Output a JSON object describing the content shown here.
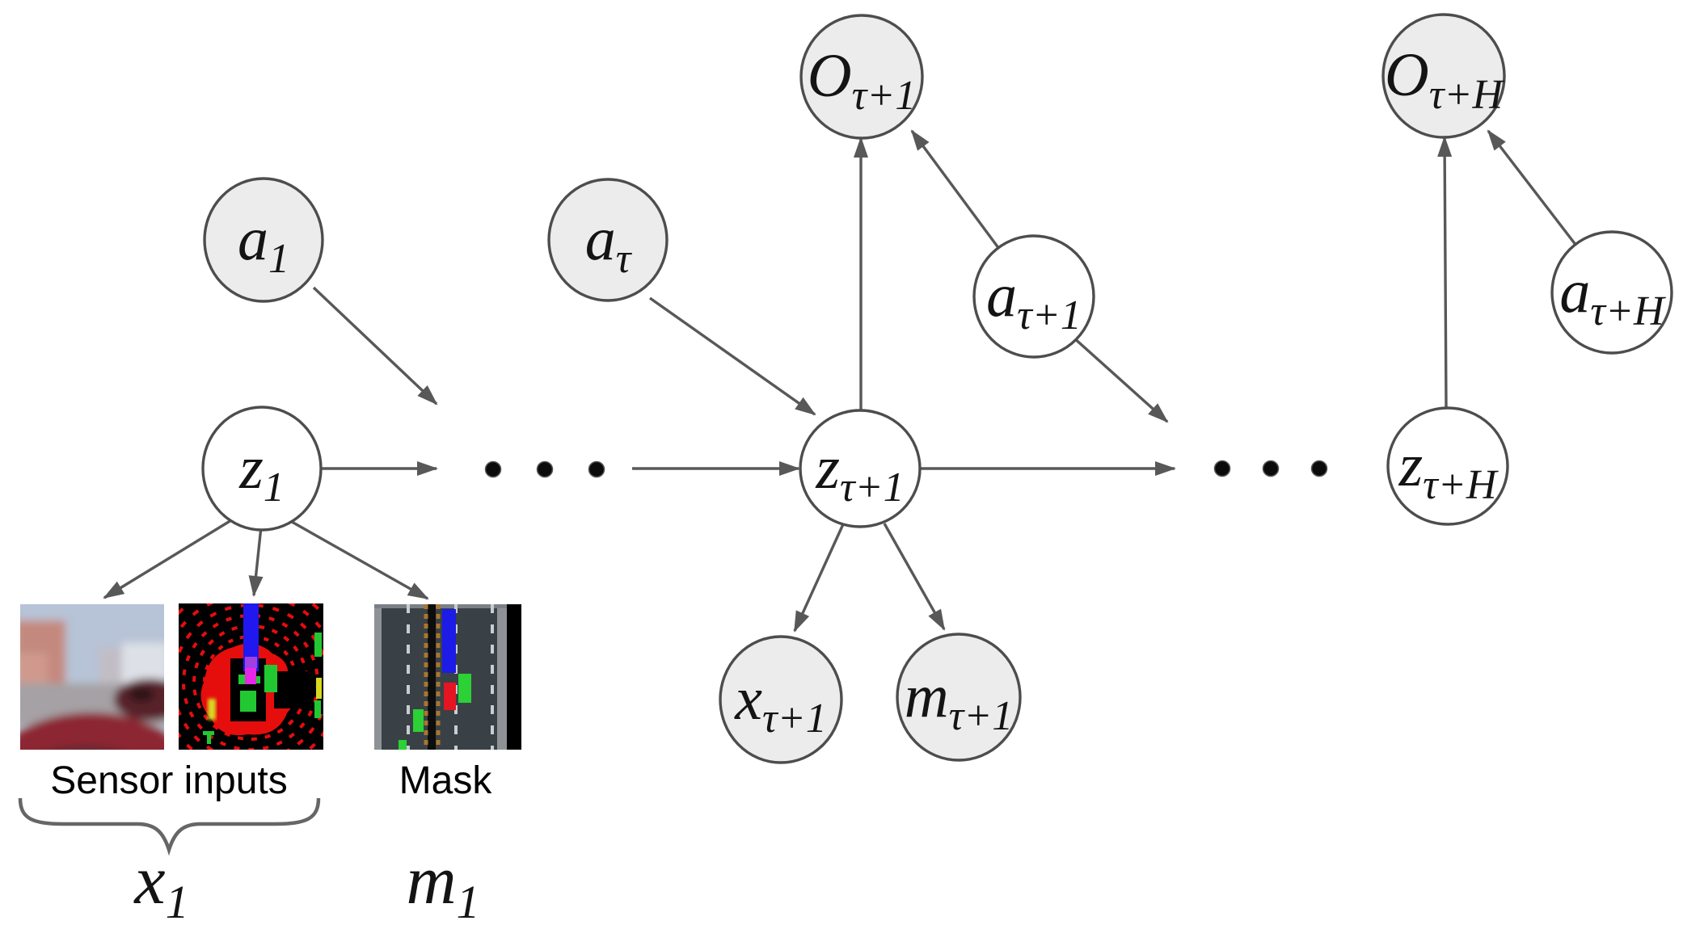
{
  "figure": {
    "type": "graphical-model-diagram",
    "background": "#ffffff",
    "colors": {
      "node_stroke": "#4d4d4d",
      "node_fill_shaded": "#ececec",
      "node_fill_plain": "#ffffff",
      "edge": "#585858",
      "dot": "#0b0b0b",
      "text": "#141414",
      "brace": "#666666"
    },
    "nodes": {
      "a1": {
        "main": "a",
        "sub": "1",
        "shaded": true
      },
      "atau": {
        "main": "a",
        "sub": "τ",
        "shaded": true
      },
      "Otau1": {
        "main": "O",
        "sub": "τ+1",
        "shaded": true
      },
      "atau1": {
        "main": "a",
        "sub": "τ+1",
        "shaded": false
      },
      "OtauH": {
        "main": "O",
        "sub": "τ+H",
        "shaded": true
      },
      "atauH": {
        "main": "a",
        "sub": "τ+H",
        "shaded": false
      },
      "z1": {
        "main": "z",
        "sub": "1",
        "shaded": false
      },
      "ztau1": {
        "main": "z",
        "sub": "τ+1",
        "shaded": false
      },
      "ztauH": {
        "main": "z",
        "sub": "τ+H",
        "shaded": false
      },
      "xtau1": {
        "main": "x",
        "sub": "τ+1",
        "shaded": true
      },
      "mtau1": {
        "main": "m",
        "sub": "τ+1",
        "shaded": true
      }
    },
    "ellipsis": {
      "left_dots": 3,
      "right_dots": 3
    },
    "images": {
      "camera": {
        "description": "blurry front-camera street view with red car hood"
      },
      "lidar": {
        "description": "lidar scan, red rings on black with ego vehicle"
      },
      "mask": {
        "description": "top-down road mask with blue/red/green boxes"
      }
    },
    "captions": {
      "sensor_inputs": "Sensor inputs",
      "mask": "Mask"
    },
    "bottom_labels": {
      "x1": {
        "main": "x",
        "sub": "1"
      },
      "m1": {
        "main": "m",
        "sub": "1"
      }
    }
  }
}
